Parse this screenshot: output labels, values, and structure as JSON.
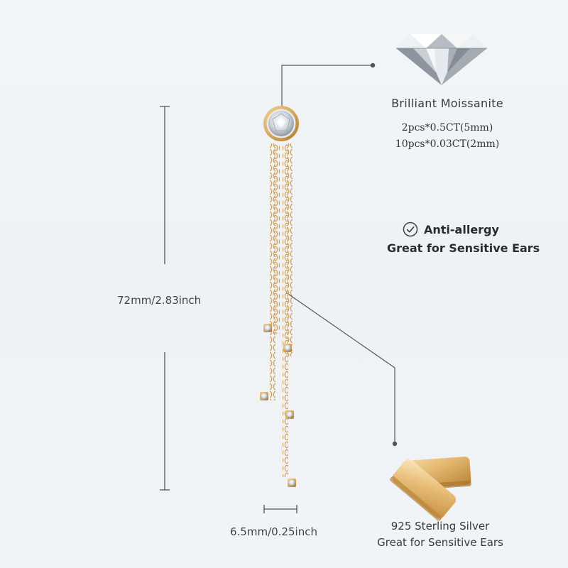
{
  "dimensions": {
    "length_label": "72mm/2.83inch",
    "width_label": "6.5mm/0.25inch"
  },
  "gem": {
    "name": "Brilliant Moissanite",
    "spec_line1": "2pcs*0.5CT(5mm)",
    "spec_line2": "10pcs*0.03CT(2mm)",
    "icon": "moissanite-gem-icon"
  },
  "feature": {
    "title": "Anti-allergy",
    "subtitle": "Great for Sensitive Ears",
    "icon": "check-circle-icon"
  },
  "material": {
    "line1": "925 Sterling Silver",
    "line2": "Great for Sensitive Ears",
    "icon": "gold-plate-icon"
  },
  "colors": {
    "gold": "#d9a85c",
    "gold_dark": "#b07a2c",
    "text": "#3a3a3a",
    "line": "#555555"
  }
}
